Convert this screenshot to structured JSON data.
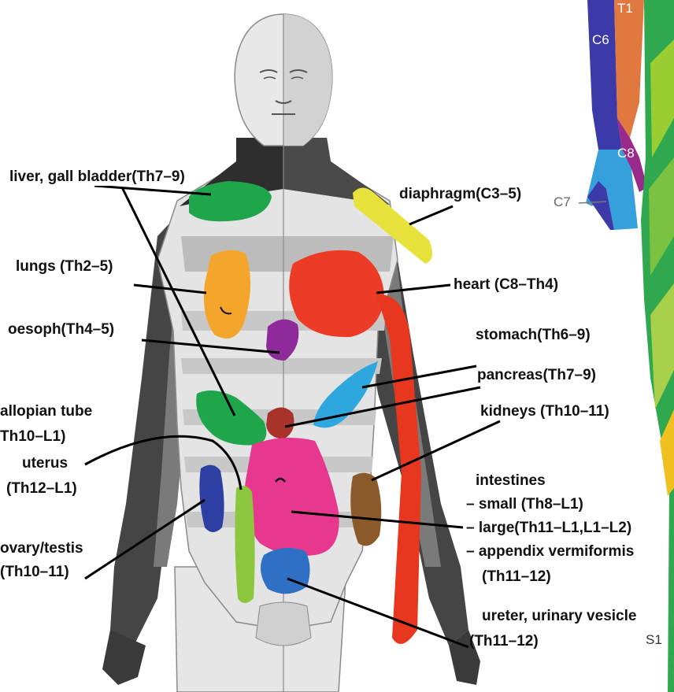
{
  "colors": {
    "liver": "#1fa64a",
    "diaphragm": "#e8e23c",
    "lungs": "#f4a62c",
    "heart": "#ec3b26",
    "oesoph": "#8e2a9a",
    "stomach": "#2ea6de",
    "pancreas": "#a8332a",
    "uterus": "#e8378e",
    "ovary": "#2d3fa2",
    "fallopian": "#8dc63f",
    "kidney": "#8b5a2b",
    "bladder": "#2f6fc4"
  },
  "labels": {
    "liver": "liver, gall bladder(Th7–9)",
    "diaphragm": "diaphragm(C3–5)",
    "lungs": "lungs (Th2–5)",
    "heart": "heart (C8–Th4)",
    "oesoph": "oesoph(Th4–5)",
    "stomach": "stomach(Th6–9)",
    "pancreas": "pancreas(Th7–9)",
    "kidneys": "kidneys (Th10–11)",
    "fallopian_1": "allopian tube",
    "fallopian_2": "Th10–L1)",
    "uterus_1": "uterus",
    "uterus_2": "(Th12–L1)",
    "intestines": "intestines",
    "small": "– small (Th8–L1)",
    "large": "– large(Th11–L1,L1–L2)",
    "appendix_1": "– appendix vermiformis",
    "appendix_2": "(Th11–12)",
    "ovary_1": "ovary/testis",
    "ovary_2": "(Th10–11)",
    "ureter_1": "ureter, urinary vesicle",
    "ureter_2": "(Th11–12)"
  },
  "segments": {
    "t1": "T1",
    "c6": "C6",
    "c8": "C8",
    "c7": "C7",
    "s1": "S1"
  }
}
